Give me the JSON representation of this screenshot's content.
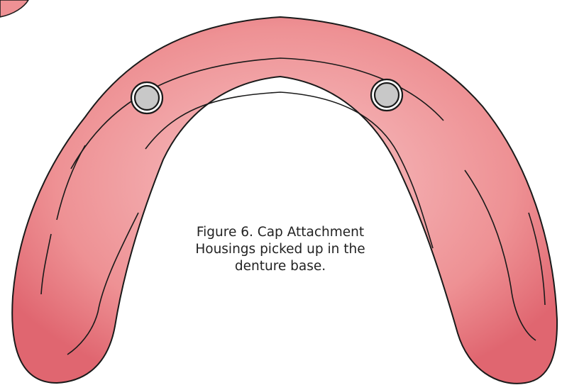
{
  "figure": {
    "caption_lines": [
      "Figure 6. Cap Attachment",
      "Housings picked up in the",
      "denture base."
    ],
    "colors": {
      "gum_edge": "#e0606a",
      "gum_center": "#f5b9bb",
      "outline": "#1a1a1a",
      "housing_fill": "#c8c8c8"
    },
    "housing_count": 2
  }
}
